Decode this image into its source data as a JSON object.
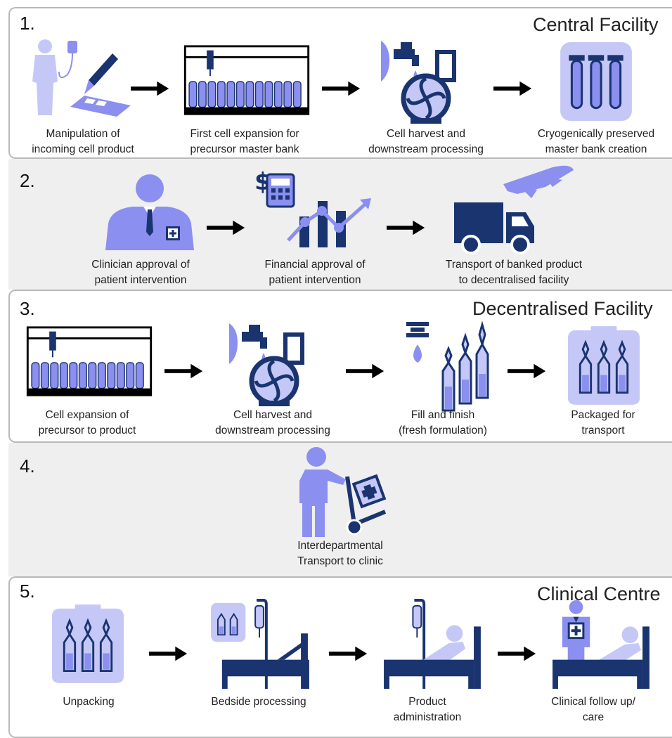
{
  "colors": {
    "light": "#8b8ff0",
    "pale": "#c5c8f7",
    "dark": "#1a3470",
    "panel": "#efefef"
  },
  "sections": [
    {
      "number": "1.",
      "facility": "Central Facility",
      "steps": [
        {
          "icon": "patient-iv-scalpel-icon",
          "line1": "Manipulation of",
          "line2": "incoming cell product"
        },
        {
          "icon": "bioreactor-icon",
          "line1": "First cell expansion for",
          "line2": "precursor master bank"
        },
        {
          "icon": "centrifuge-tap-icon",
          "line1": "Cell harvest and",
          "line2": "downstream processing"
        },
        {
          "icon": "cryo-tubes-icon",
          "line1": "Cryogenically preserved",
          "line2": "master bank creation"
        }
      ]
    },
    {
      "number": "2.",
      "facility": "",
      "steps": [
        {
          "icon": "clinician-icon",
          "line1": "Clinician approval of",
          "line2": "patient intervention"
        },
        {
          "icon": "finance-chart-icon",
          "line1": "Financial approval of",
          "line2": "patient intervention"
        },
        {
          "icon": "truck-plane-icon",
          "line1": "Transport of banked product",
          "line2": "to decentralised facility"
        }
      ]
    },
    {
      "number": "3.",
      "facility": "Decentralised Facility",
      "steps": [
        {
          "icon": "bioreactor-icon",
          "line1": "Cell expansion of",
          "line2": "precursor to product"
        },
        {
          "icon": "centrifuge-tap-icon",
          "line1": "Cell harvest and",
          "line2": "downstream processing"
        },
        {
          "icon": "fill-ampoules-icon",
          "line1": "Fill and finish",
          "line2": "(fresh formulation)"
        },
        {
          "icon": "packaged-ampoules-icon",
          "line1": "Packaged for",
          "line2": "transport"
        }
      ]
    },
    {
      "number": "4.",
      "facility": "",
      "steps": [
        {
          "icon": "hand-trolley-icon",
          "line1": "Interdepartmental",
          "line2": "Transport to clinic"
        }
      ]
    },
    {
      "number": "5.",
      "facility": "Clinical Centre",
      "steps": [
        {
          "icon": "packaged-ampoules-icon",
          "line1": "Unpacking",
          "line2": ""
        },
        {
          "icon": "bed-ampoules-icon",
          "line1": "Bedside processing",
          "line2": ""
        },
        {
          "icon": "patient-bed-iv-icon",
          "line1": "Product",
          "line2": "administration"
        },
        {
          "icon": "doctor-bed-icon",
          "line1": "Clinical follow up/",
          "line2": "care"
        }
      ]
    }
  ]
}
